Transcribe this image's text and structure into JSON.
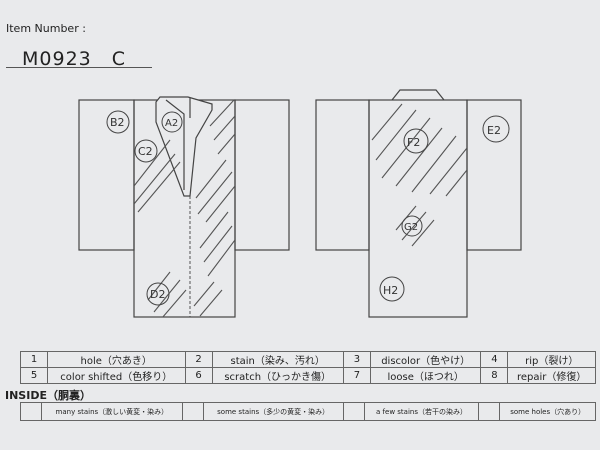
{
  "header": {
    "item_number_label": "Item Number :",
    "item_code": "M0923　C"
  },
  "diagram_markers": {
    "front": [
      "B2",
      "A2",
      "C2",
      "D2"
    ],
    "back": [
      "F2",
      "E2",
      "G2",
      "H2"
    ]
  },
  "legend": [
    [
      {
        "num": "1",
        "text": "hole（穴あき）"
      },
      {
        "num": "2",
        "text": "stain（染み、汚れ）"
      },
      {
        "num": "3",
        "text": "discolor（色やけ）"
      },
      {
        "num": "4",
        "text": "rip（裂け）"
      }
    ],
    [
      {
        "num": "5",
        "text": "color shifted（色移り）"
      },
      {
        "num": "6",
        "text": "scratch（ひっかき傷）"
      },
      {
        "num": "7",
        "text": "loose（ほつれ）"
      },
      {
        "num": "8",
        "text": "repair（修復）"
      }
    ]
  ],
  "inside": {
    "label": "INSIDE（胴裏）",
    "cells": [
      "many stains（激しい黄変・染み）",
      "some stains（多少の黄変・染み）",
      "a few stains（若干の染み）",
      "some holes（穴あり）"
    ]
  }
}
